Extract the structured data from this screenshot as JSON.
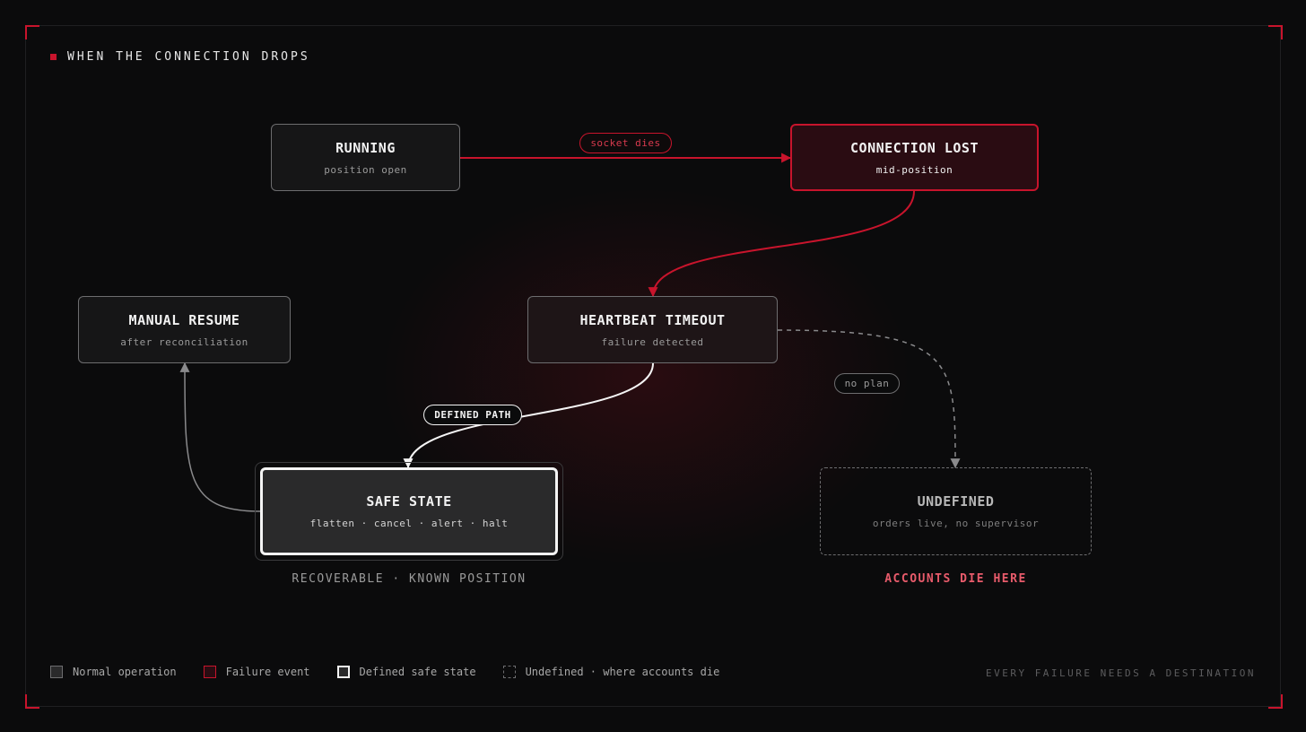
{
  "header": {
    "title": "WHEN THE CONNECTION DROPS"
  },
  "nodes": {
    "running": {
      "title": "RUNNING",
      "subtitle": "position open"
    },
    "connection_lost": {
      "title": "CONNECTION LOST",
      "subtitle": "mid-position"
    },
    "manual_resume": {
      "title": "MANUAL RESUME",
      "subtitle": "after reconciliation"
    },
    "heartbeat_timeout": {
      "title": "HEARTBEAT TIMEOUT",
      "subtitle": "failure detected"
    },
    "safe_state": {
      "title": "SAFE STATE",
      "subtitle": "flatten · cancel · alert · halt"
    },
    "undefined": {
      "title": "UNDEFINED",
      "subtitle": "orders live, no supervisor"
    }
  },
  "edge_labels": {
    "socket_dies": "socket dies",
    "defined_path": "DEFINED PATH",
    "no_plan": "no plan"
  },
  "captions": {
    "safe": "RECOVERABLE · KNOWN POSITION",
    "undefined": "ACCOUNTS DIE HERE"
  },
  "legend": [
    {
      "label": "Normal operation",
      "kind": "normal"
    },
    {
      "label": "Failure event",
      "kind": "failure"
    },
    {
      "label": "Defined safe state",
      "kind": "safe"
    },
    {
      "label": "Undefined · where accounts die",
      "kind": "undefined"
    }
  ],
  "footer": {
    "note": "EVERY FAILURE NEEDS A DESTINATION"
  },
  "colors": {
    "accent": "#c8142c",
    "safe": "#f4f4f4",
    "neutral": "#6d6d6f",
    "background": "#0b0b0c"
  }
}
